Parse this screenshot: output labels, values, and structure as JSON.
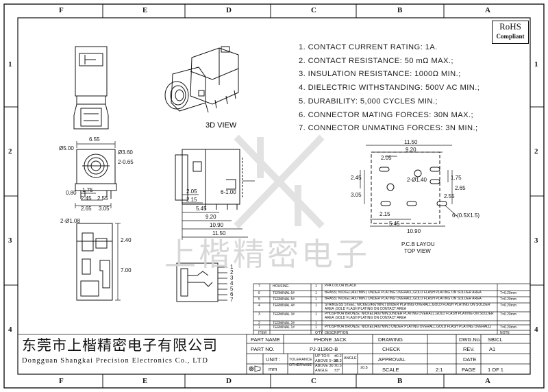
{
  "specs": [
    "1. CONTACT CURRENT RATING: 1A.",
    "2. CONTACT RESISTANCE: 50 mΩ MAX.;",
    "3. INSULATION RESISTANCE: 1000Ω MIN.;",
    "4. DIELECTRIC WITHSTANDING: 500V AC MIN.;",
    "5. DURABILITY: 5,000 CYCLES MIN.;",
    "6. CONNECTOR MATING FORCES: 30N   MAX.;",
    "7. CONNECTOR UNMATING FORCES: 3N MIN.;"
  ],
  "rohs": {
    "title": "RoHS",
    "sub": "Compliant"
  },
  "grid": {
    "columns": [
      "F",
      "E",
      "D",
      "C",
      "B",
      "A"
    ],
    "rows": [
      "1",
      "2",
      "3",
      "4"
    ]
  },
  "labels": {
    "view3d": "3D VIEW",
    "pcb_layout": "P.C.B LAYOU",
    "top_view": "TOP VIEW",
    "pins": [
      "1",
      "2",
      "3",
      "4",
      "5",
      "6",
      "7"
    ]
  },
  "dims": {
    "d655": "6.55",
    "d5": "Ø5.00",
    "d36": "Ø3.60",
    "d205a": "2-0.65",
    "d080": "0.80",
    "d175": "1.75",
    "d245": "2.45",
    "d255": "2.55",
    "d265": "2.65",
    "d305": "3.05",
    "d2108": "2-Ø1.08",
    "d240": "2.40",
    "d700": "7.00",
    "s205": "2.05",
    "s215": "2.15",
    "s6100": "6-1.00",
    "s545": "5.45",
    "s920": "9.20",
    "s1090": "10.90",
    "s1150": "11.50",
    "p1150": "11.50",
    "p920": "9.20",
    "p205": "2.05",
    "p2140": "2-Ø1.40",
    "p245": "2.45",
    "p175": "1.75",
    "p265": "2.65",
    "p305": "3.05",
    "p255": "2.55",
    "p215": "2.15",
    "p545": "5.45",
    "p1090": "10.90",
    "p6x": "6-(0.5X1.5)"
  },
  "watermark": "上楷精密电子",
  "company": {
    "cn": "东莞市上楷精密电子有限公司",
    "en": "Dongguan Shangkai Precision Electronics Co., LTD"
  },
  "bom": {
    "rows": [
      [
        "7",
        "HOUSING",
        "1",
        "PPA  COLOR BLACK",
        ""
      ],
      [
        "6",
        "TERMINAL 6#",
        "1",
        "BRASS; NICKEL(40u\"MIN.) UNDER PLATING OVERALL,GOLD FLASH PLATING ON SOLDER AREA",
        "T=0.20mm"
      ],
      [
        "5",
        "TERMINAL 5#",
        "1",
        "BRASS; NICKEL(40u\"MIN.) UNDER PLATING OVERALL,GOLD FLASH PLATING ON SOLDER AREA",
        "T=0.20mm"
      ],
      [
        "4",
        "TERMINAL 4#",
        "1",
        "STAINLESS STEEL; NICKEL(40u\"MIN.) UNDER PLATING OVERALL,GOLD FLASH PLATING ON SOLDER AREA ;GOLD FLASH PLATING ON CONTACT AREA",
        "T=0.20mm"
      ],
      [
        "3",
        "TERMINAL 3#",
        "1",
        "PHOSPHOR BRONZE; NICKEL(40u\"MIN.)UNDER PLATING OVERALL,GOLD FLASH PLATING ON SOLDER AREA ;GOLD FLASH PLATING ON CONTACT AREA",
        "T=0.20mm"
      ],
      [
        "2",
        "TERMINAL 2#",
        "1",
        "",
        ""
      ],
      [
        "1",
        "TERMINAL 1#",
        "1",
        "PHOSPHOR BRONZE; NICKEL(40u\"MIN.) UNDER PLATING OVERALL,GOLD FLASH PLATING OVERALL)",
        "T=0.20mm"
      ]
    ],
    "header": [
      "ITEM",
      "",
      "Q'TY",
      "DESCRIPTION",
      "NOTE"
    ]
  },
  "titleblock": {
    "part_name_label": "PART NAME",
    "part_name": "PHONE JACK",
    "part_no_label": "PART NO.",
    "part_no": "PJ-3136O-B",
    "unit_label": "UNIT :",
    "unit": "mm",
    "tol_label": "TOLERANCE",
    "tol_label2": "OTHERWISE",
    "tol_rows": [
      [
        "UP TO 5",
        "±0.2"
      ],
      [
        "ABOVE 5~30",
        "±0.3"
      ],
      [
        "ABOVE 30",
        "±0.5"
      ]
    ],
    "angle_label": "ANGLE",
    "angle_val": "±3°",
    "angle_label2": "ANGLE",
    "angle_tol": "±0.5",
    "drawing": "DRAWING",
    "check": "CHECK",
    "approval": "APPROVAL",
    "scale_label": "SCALE",
    "scale": "2:1",
    "dwg_label": "DWG.No.",
    "dwg": "SBICL",
    "rev_label": "REV.",
    "rev": "A1",
    "date_label": "DATE",
    "page_label": "PAGE",
    "page": "1 OF 1"
  }
}
